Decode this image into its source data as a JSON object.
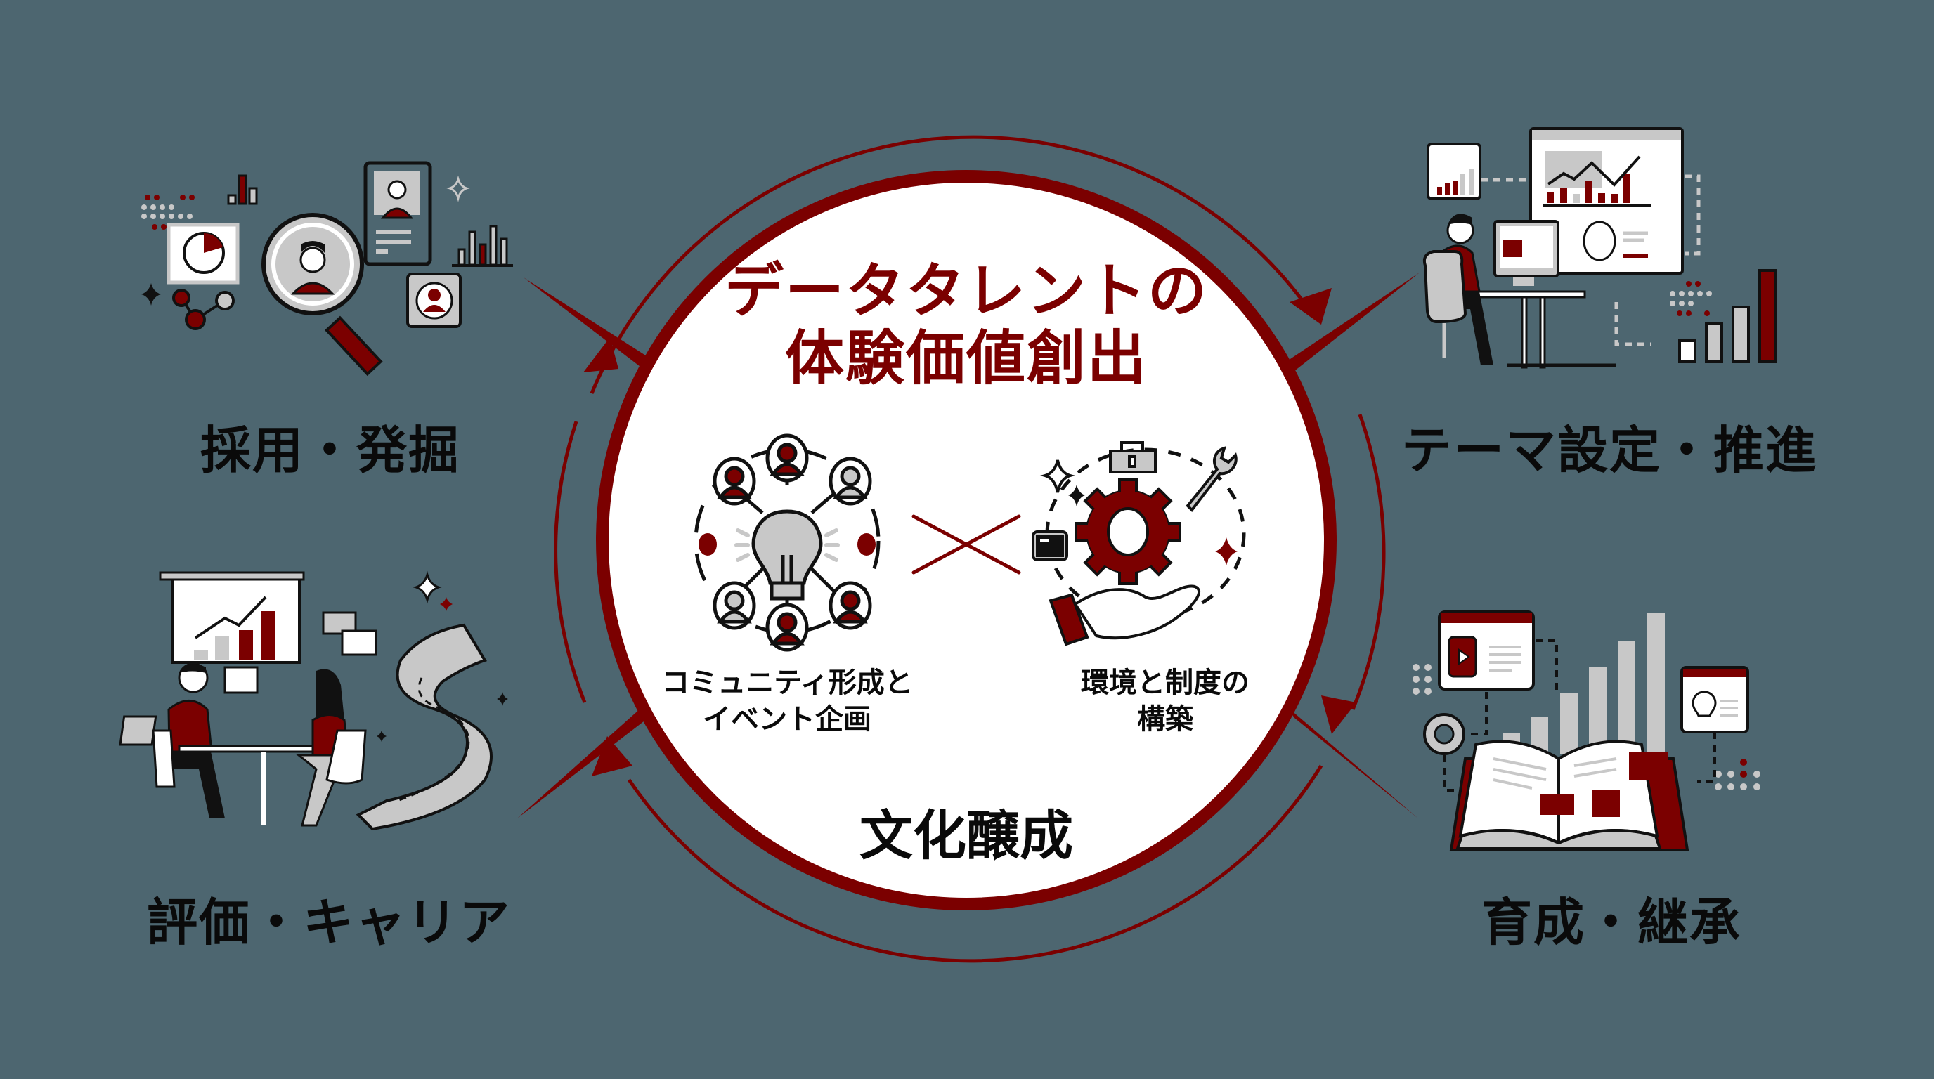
{
  "colors": {
    "background": "#4D6670",
    "accent": "#7B0000",
    "light_gray": "#C8C8C8",
    "text": "#0A0A0A",
    "circle_fill": "#FFFFFF"
  },
  "center": {
    "title_line1": "データタレントの",
    "title_line2": "体験価値創出",
    "left_item": {
      "line1": "コミュニティ形成と",
      "line2": "イベント企画",
      "icon": "community-lightbulb-network-icon"
    },
    "right_item": {
      "line1": "環境と制度の",
      "line2": "構築",
      "icon": "gear-tools-hand-icon"
    },
    "cross_symbol": "×",
    "bottom_label": "文化醸成"
  },
  "quadrants": [
    {
      "id": "top-left",
      "label": "採用・発掘",
      "icon": "magnifier-candidate-search-illustration"
    },
    {
      "id": "top-right",
      "label": "テーマ設定・推進",
      "icon": "analyst-dashboard-illustration"
    },
    {
      "id": "bottom-left",
      "label": "評価・キャリア",
      "icon": "meeting-career-road-illustration"
    },
    {
      "id": "bottom-right",
      "label": "育成・継承",
      "icon": "open-book-learning-illustration"
    }
  ],
  "cycle": {
    "direction": "clockwise",
    "arrow_count": 4
  }
}
